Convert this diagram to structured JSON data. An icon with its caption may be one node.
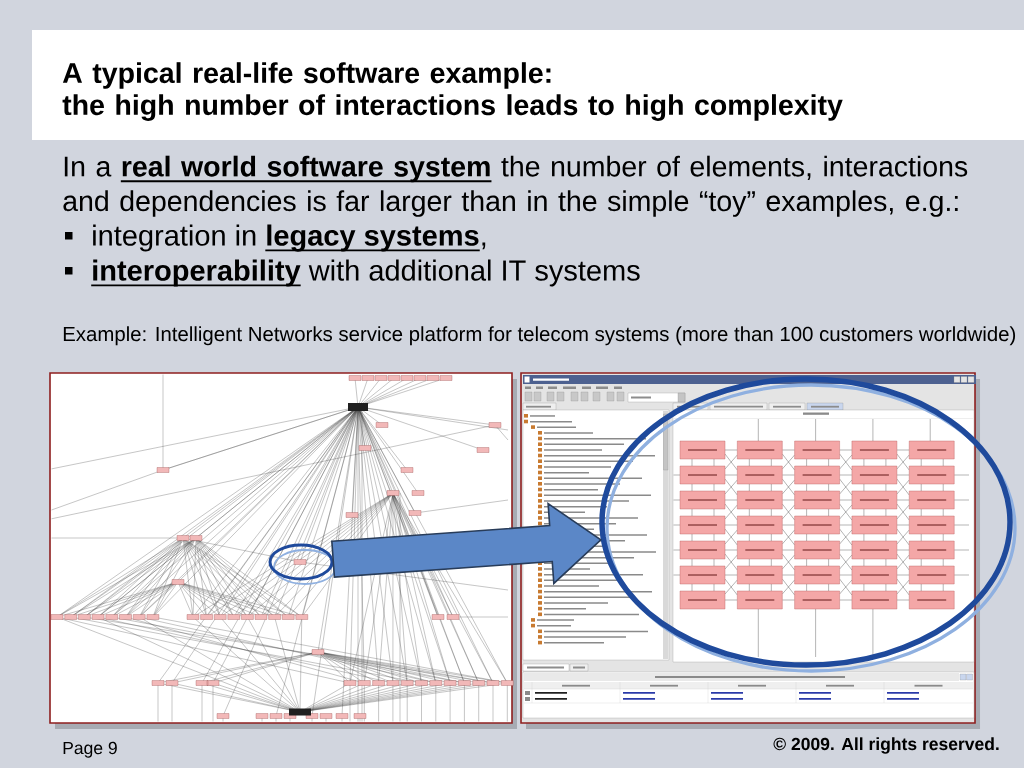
{
  "diagram": {
    "title": "A typical real-life software example: the high number of interactions leads to high complexity",
    "nodes": [
      {
        "text": [],
        "shape": "picture"
      },
      {
        "text": [],
        "shape": "ellipse",
        "in": 0
      },
      {
        "text": [],
        "shape": "picture"
      },
      {
        "text": [],
        "shape": "ellipse"
      }
    ],
    "edges": [
      {
        "from": 1,
        "to": 3,
        "arrow": "to",
        "style": "thick",
        "color": "#5b87c7"
      }
    ],
    "labels": [
      "In a **real world software system** the number of elements, interactions and dependencies is far larger than in the simple “toy” examples, e.g.:",
      "integration in **legacy systems**,",
      "**interoperability** with additional IT systems",
      "Example: Intelligent Networks service platform for telecom systems (more than 100 customers worldwide)",
      "Page 9",
      "© 2009. All rights reserved."
    ]
  }
}
